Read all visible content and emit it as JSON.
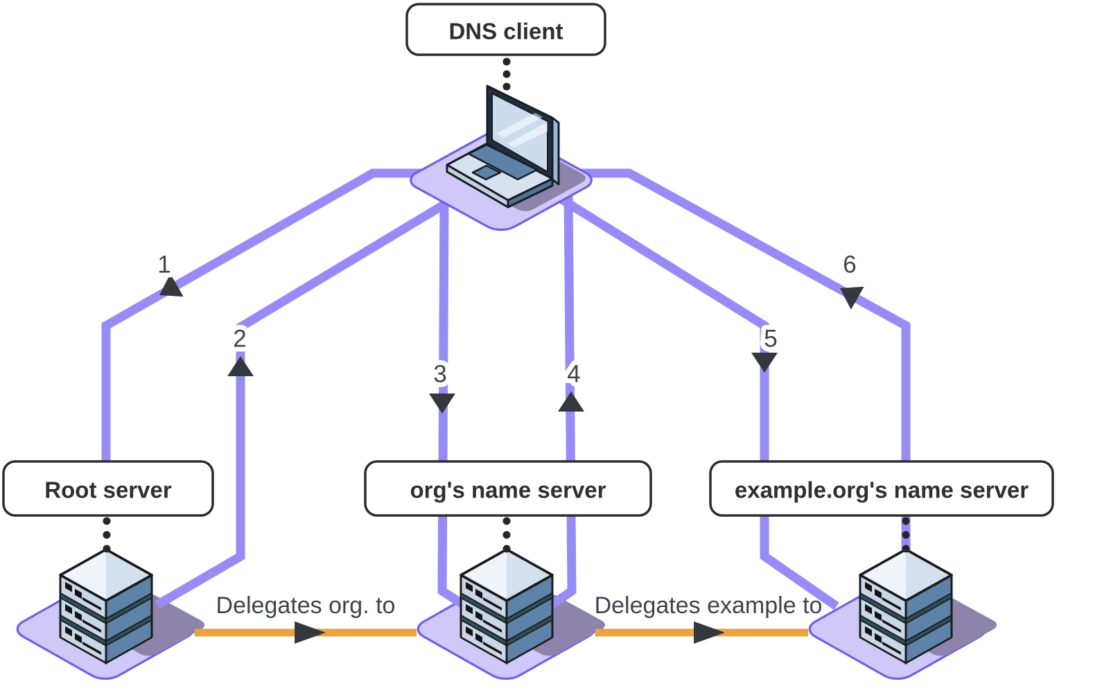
{
  "diagram": {
    "title": "DNS delegation / resolution diagram",
    "nodes": {
      "client": {
        "label": "DNS client",
        "icon": "laptop-icon"
      },
      "root": {
        "label": "Root server",
        "icon": "server-icon"
      },
      "org": {
        "label": "org's name server",
        "icon": "server-icon"
      },
      "example": {
        "label": "example.org's name server",
        "icon": "server-icon"
      }
    },
    "steps": {
      "s1": {
        "label": "1",
        "from": "DNS client",
        "to": "Root server"
      },
      "s2": {
        "label": "2",
        "from": "Root server",
        "to": "DNS client"
      },
      "s3": {
        "label": "3",
        "from": "DNS client",
        "to": "org's name server"
      },
      "s4": {
        "label": "4",
        "from": "org's name server",
        "to": "DNS client"
      },
      "s5": {
        "label": "5",
        "from": "DNS client",
        "to": "example.org's name server"
      },
      "s6": {
        "label": "6",
        "from": "example.org's name server",
        "to": "DNS client"
      }
    },
    "delegations": {
      "d1": {
        "label": "Delegates org. to",
        "from": "Root server",
        "to": "org's name server"
      },
      "d2": {
        "label": "Delegates example to",
        "from": "org's name server",
        "to": "example.org's name server"
      }
    },
    "colors": {
      "connector_purple": "#978bf5",
      "delegation_orange": "#e9a23d",
      "platform_fill": "#d0c8f8",
      "platform_border": "#6f5fe8",
      "shadow_gray_purple": "#8e83ab",
      "arrowhead_dark": "#33373e",
      "box_border": "#2c2c2c",
      "text_dark": "#3d434f"
    }
  }
}
